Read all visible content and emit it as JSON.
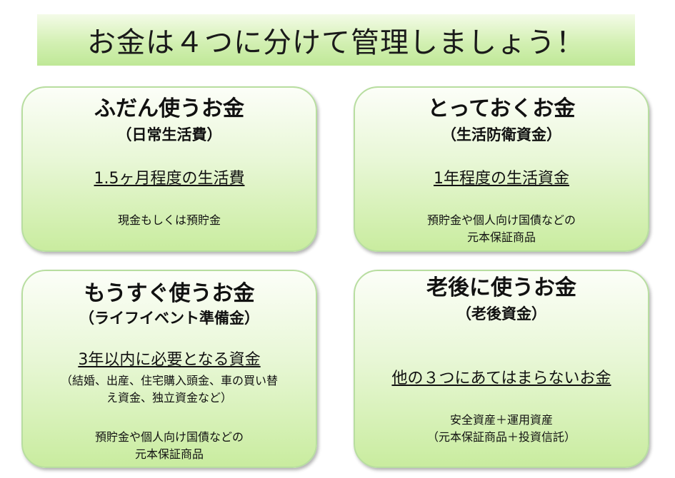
{
  "title": "お金は４つに分けて管理しましょう！",
  "cards": [
    {
      "heading": "ふだん使うお金",
      "subheading": "（日常生活費）",
      "target": "1.5ヶ月程度の生活費",
      "detail": [],
      "means": [
        "現金もしくは預貯金"
      ]
    },
    {
      "heading": "とっておくお金",
      "subheading": "（生活防衛資金）",
      "target": "1年程度の生活資金",
      "detail": [],
      "means": [
        "預貯金や個人向け国債などの",
        "元本保証商品"
      ]
    },
    {
      "heading": "もうすぐ使うお金",
      "subheading": "（ライフイベント準備金）",
      "target": "3年以内に必要となる資金",
      "detail": [
        "（結婚、出産、住宅購入頭金、車の買い替",
        "え資金、独立資金など）"
      ],
      "means": [
        "預貯金や個人向け国債などの",
        "元本保証商品"
      ]
    },
    {
      "heading": "老後に使うお金",
      "subheading": "（老後資金）",
      "target": "他の３つにあてはまらないお金",
      "detail": [],
      "means": [
        "安全資産＋運用資産",
        "（元本保証商品＋投資信託）"
      ]
    }
  ]
}
